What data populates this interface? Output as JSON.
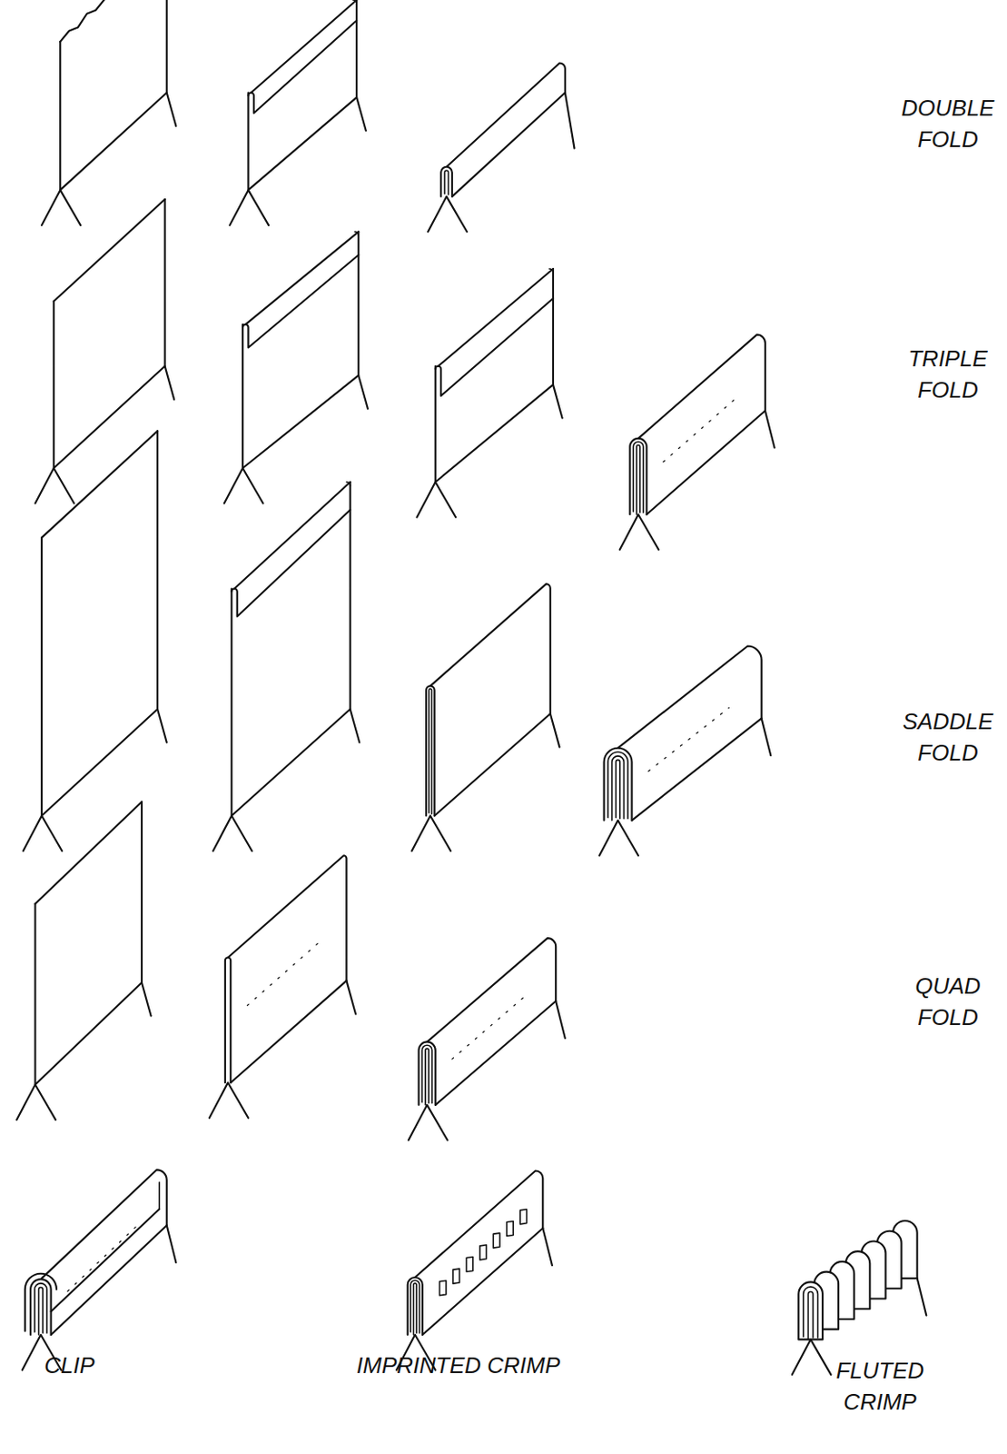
{
  "diagram": {
    "labels": [
      "DOUBLE FOLD",
      "TRIPLE FOLD",
      "SADDLE FOLD",
      "QUAD FOLD",
      "CLIP",
      "IMPRINTED CRIMP",
      "FLUTED CRIMP"
    ]
  }
}
